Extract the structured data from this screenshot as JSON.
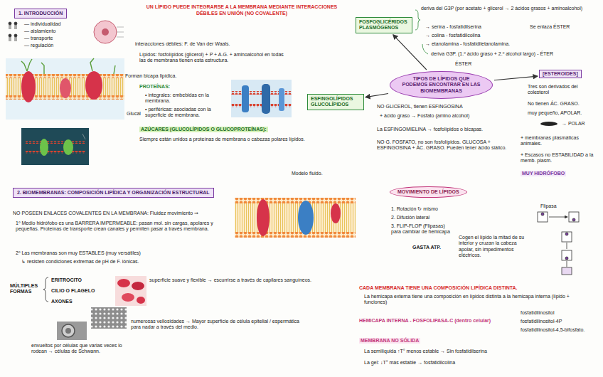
{
  "diagram": {
    "title": "UN LÍPIDO PUEDE INTEGRARSE A LA MEMBRANA MEDIANTE INTERACCIONES DÉBILES EN UNIÓN (NO COVALENTE)",
    "nodes": [
      {
        "text": [
          "1. INTRODUCCIÓN"
        ]
      },
      {
        "text": [
          "2. BIOMEMBRANAS: COMPOSICIÓN LIPÍDICA Y ORGANIZACIÓN ESTRUCTURAL"
        ]
      },
      {
        "text": [
          "TIPOS DE LÍPIDOS QUE PODEMOS ENCONTRAR EN LAS BIOMEMBRANAS"
        ]
      },
      {
        "text": [
          "FOSFOGLICÉRIDOS PLASMÓGENOS"
        ]
      },
      {
        "text": [
          "ESFINGOLÍPIDOS GLUCOLÍPIDOS"
        ]
      },
      {
        "text": [
          "[ESTEROIDES]"
        ]
      },
      {
        "text": [
          "MOVIMIENTO DE LÍPIDOS"
        ]
      }
    ],
    "edges": [
      {
        "from": 2,
        "to": 3,
        "arrow": "to"
      },
      {
        "from": 2,
        "to": 4,
        "arrow": "to"
      },
      {
        "from": 2,
        "to": 5,
        "arrow": "to"
      }
    ],
    "labels": [
      "— individualidad",
      "— aislamiento",
      "— transporte",
      "— regulación",
      "interacciones débiles: F. de Van der Waals.",
      "Lípidos: fosfolípidos (glicerol) + P + A.G. + aminoalcohol en todas las de membrana tienen esta estructura.",
      "Forman bicapa lipídica.",
      "PROTEÍNAS:",
      "• integrales: embebidas en la membrana.",
      "• periféricas: asociadas con la superficie de membrana.",
      "Glucal",
      "AZÚCARES (GLUCOLÍPIDOS O GLUCOPROTEÍNAS):",
      "Siempre están unidos a proteínas de membrana o cabezas polares lípidos.",
      "Modelo fluido.",
      "NO POSEEN ENLACES COVALENTES EN LA MEMBRANA: Fluidez movimiento ⇒",
      "1º Medio hidrófobo es una BARRERA IMPERMEABLE: pasan mol. sin cargas, apolares y pequeñas. Proteínas de transporte crean canales y permiten pasar a través membrana.",
      "2º Las membranas son muy ESTABLES (muy versátiles)",
      "↳ resisten condiciones extremas de pH de F. iónicas.",
      "MÚLTIPLES FORMAS",
      "ERITROCITO",
      "CILIO O FLAGELO",
      "AXONES",
      "superficie suave y flexible → escurrirse a través de capilares sanguíneos.",
      "numerosas vellosidades → Mayor superficie de célula epitelial / espermática para nadar a través del medio.",
      "envueltos por células que varias veces lo rodean → células de Schwann.",
      "deriva del G3P (por acetato + glicerol → 2 ácidos grasos + aminoalcohol)",
      "→ serina - fosfatidilserina",
      "→ colina - fosfatidilcolina",
      "→ etanolamina - fosfatidiletanolamina.",
      "Se enlaza ÉSTER",
      "deriva G3P. (1.º ácido graso + 2.º alcohol largo) - ÉTER",
      "ÉSTER",
      "Tres son derivados del colesterol",
      "No tienen ÁC. GRASO.",
      "muy pequeño, APOLAR.",
      "→ POLAR",
      "+ membranas plasmáticas animales.",
      "+ Escasos no ESTABILIDAD a la memb. plasm.",
      "MUY HIDRÓFOBO",
      "NO GLICEROL, tienen ESFINGOSINA",
      "+ ácido graso → Fosfato (amino alcohol)",
      "La ESFINGOMIELINA → fosfolípidos o bicapas.",
      "NO G. FOSFATO, no son fosfolípidos. GLUCOSA + ESFINGOSINA + ÁC. GRASO. Pueden tener ácido siálico.",
      "1. Rotación ↻ mismo",
      "2. Difusión lateral",
      "3. FLIP-FLOP (Flipasas) para cambiar de hemicapa",
      "GASTA ATP.",
      "Cogen el lípido la mitad de su interior y cruzan la cabeza apolar, sin impedimentos eléctricos.",
      "Flipasa",
      "CADA MEMBRANA TIENE UNA COMPOSICIÓN LIPÍDICA DISTINTA.",
      "La hemicapa externa tiene una composición en lípidos distinta a la hemicapa interna (lípido + funciones)",
      "HEMICAPA INTERNA - FOSFOLIPASA-C (dentro celular)",
      "fosfatidilinositol",
      "fosfatidilinositol-4P",
      "fosfatidilinositol-4,5-bifosfato.",
      "MEMBRANA NO SÓLIDA",
      "La semilíquida ↑T° menos estable → Sin fosfatidilserina",
      "La gel: ↓T° más estable → fosfatidilcolina"
    ]
  }
}
